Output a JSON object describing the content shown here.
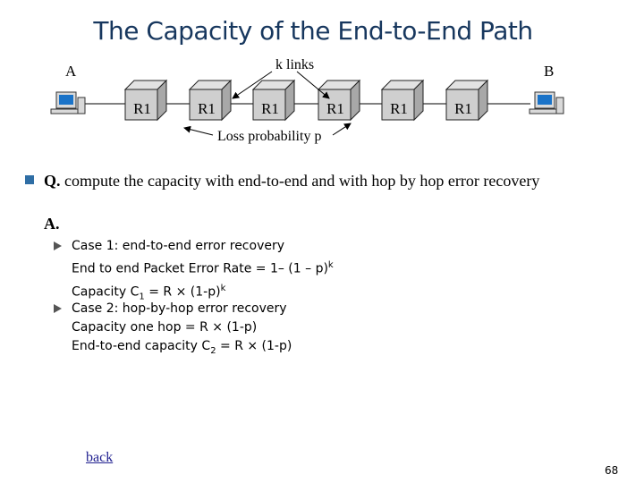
{
  "slide": {
    "title": "The Capacity of the End-to-End Path",
    "page_number": "68",
    "back_link": "back"
  },
  "diagram": {
    "label_a": "A",
    "label_b": "B",
    "links_label_var": "k",
    "links_label_text": " links",
    "router_label": "R1",
    "router_count": 6,
    "loss_label_text": "Loss probability ",
    "loss_label_var": "p"
  },
  "question": {
    "label": "Q.",
    "text": " compute the capacity with end-to-end and with hop by hop error recovery"
  },
  "answer": {
    "label": "A."
  },
  "case1": {
    "line1": "Case 1: end-to-end error recovery",
    "line2_pre": "End to end Packet Error Rate = 1– (1 – p)",
    "line2_sup": "k",
    "line3_pre": "Capacity C",
    "line3_sub": "1",
    "line3_mid": " = R × (1-p)",
    "line3_sup": "k"
  },
  "case2": {
    "line1": "Case 2: hop-by-hop error recovery",
    "line2": "Capacity one hop = R × (1-p)",
    "line3_pre": "End-to-end capacity C",
    "line3_sub": "2",
    "line3_post": " = R × (1-p)"
  }
}
